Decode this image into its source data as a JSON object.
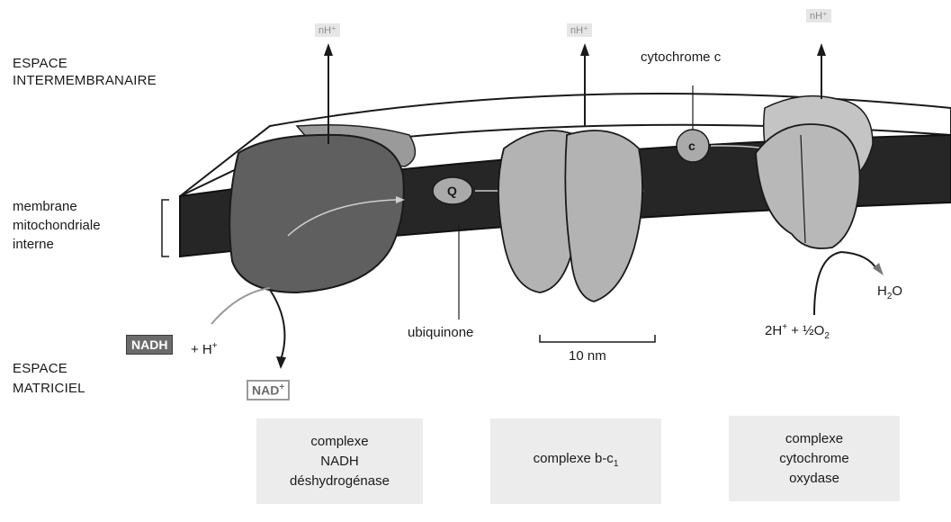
{
  "regions": {
    "intermembrane": [
      "ESPACE",
      "INTERMEMBRANAIRE"
    ],
    "membrane": [
      "membrane",
      "mitochondriale",
      "interne"
    ],
    "matrix": [
      "ESPACE",
      "MATRICIEL"
    ]
  },
  "proton_labels": [
    "nH⁺",
    "nH⁺",
    "nH⁺"
  ],
  "labels": {
    "cytochrome": "cytochrome c",
    "cyt_symbol": "c",
    "q_symbol": "Q",
    "ubiquinone": "ubiquinone",
    "scale": "10 nm",
    "nadh": "NADH",
    "plus_h": "+ H",
    "nad": "NAD",
    "h2o_h": "H",
    "h2o_2": "2",
    "h2o_o": "O",
    "oxygen_left": "2H",
    "oxygen_mid": " + ½O",
    "oxygen_sub": "2"
  },
  "complexes": {
    "c1": [
      "complexe",
      "NADH",
      "déshydrogénase"
    ],
    "c2_main": "complexe b-c",
    "c2_sub": "1",
    "c3": [
      "complexe",
      "cytochrome",
      "oxydase"
    ]
  },
  "colors": {
    "membrane": "#262626",
    "complex1": "#5f5f5f",
    "complex_light": "#b3b3b3",
    "box": "#ececec"
  }
}
